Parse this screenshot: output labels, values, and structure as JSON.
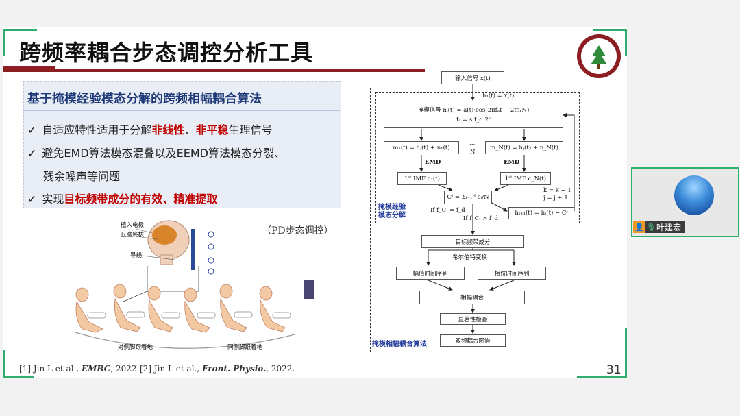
{
  "slide": {
    "title": "跨频率耦合步态调控分析工具",
    "subtitle": "基于掩模经验模态分解的跨频相幅耦合算法",
    "bullets": [
      {
        "check": "✓",
        "pre": "自适应特性适用于分解",
        "red1": "非线性",
        "mid": "、",
        "red2": "非平稳",
        "post": "生理信号"
      },
      {
        "check": "✓",
        "text": "避免EMD算法模态混叠以及EEMD算法模态分裂、"
      },
      {
        "check": "",
        "text": "残余噪声等问题"
      },
      {
        "check": "✓",
        "pre": "实现",
        "red1": "目标频带成分的有效、精准提取"
      }
    ],
    "pd_label": "（PD步态调控）",
    "figure_labels": {
      "electrode": "植入电极",
      "stn": "丘脑底核",
      "wire": "导线",
      "contra": "对侧脚跟着地",
      "ipsi": "同侧脚跟着地"
    },
    "references": [
      {
        "num": "[1]",
        "authors": "Jin L et al., ",
        "journal": "EMBC",
        "year": ", 2022."
      },
      {
        "num": "[2]",
        "authors": "Jin L et al., ",
        "journal": "Front. Physio.",
        "year": ", 2022."
      }
    ],
    "page_number": "31"
  },
  "flowchart": {
    "input": "输入信号 x(t)",
    "h1": "h₁(t) = x(t)",
    "mask_line1": "掩模信号  nᵢ(t) = a(t)·cos(2πfₐt + 2πi/N)",
    "mask_line2": "fₐ = s·f_d·2ᵏ",
    "m1": "m₁(t) = hⱼ(t) + n₁(t)",
    "dots": "…",
    "n_label": "N",
    "mN": "m_N(t) = hⱼ(t) + n_N(t)",
    "emd1": "EMD",
    "emd2": "EMD",
    "imf1": "1ˢᵗ IMF  c₁(t)",
    "imfN": "1ˢᵗ IMF  c_N(t)",
    "cj": "Cʲ = Σᵢ₌₁ᴺ cᵢ/N",
    "k_update": "k = k − 1",
    "j_update": "j = j + 1",
    "mask_decomp_1": "掩模经验",
    "mask_decomp_2": "模态分解",
    "if_eq": "If f_Cʲ = f_d",
    "if_gt": "If f_Cʲ > f_d",
    "h_next": "hⱼ₊₁(t) = hⱼ(t) − Cʲ",
    "target": "目标频带成分",
    "hilbert": "希尔伯特变换",
    "amp": "幅值时间序列",
    "phase": "相位时间序列",
    "pac": "相幅耦合",
    "sig": "显著性检验",
    "map": "双频耦合图谱",
    "algo_label": "掩模相幅耦合算法"
  },
  "participant": {
    "name": "叶建宏"
  },
  "colors": {
    "accent_red": "#8c1e22",
    "accent_green": "#2fae6e",
    "text_red": "#c00000",
    "subtitle_blue": "#1f3a78"
  }
}
